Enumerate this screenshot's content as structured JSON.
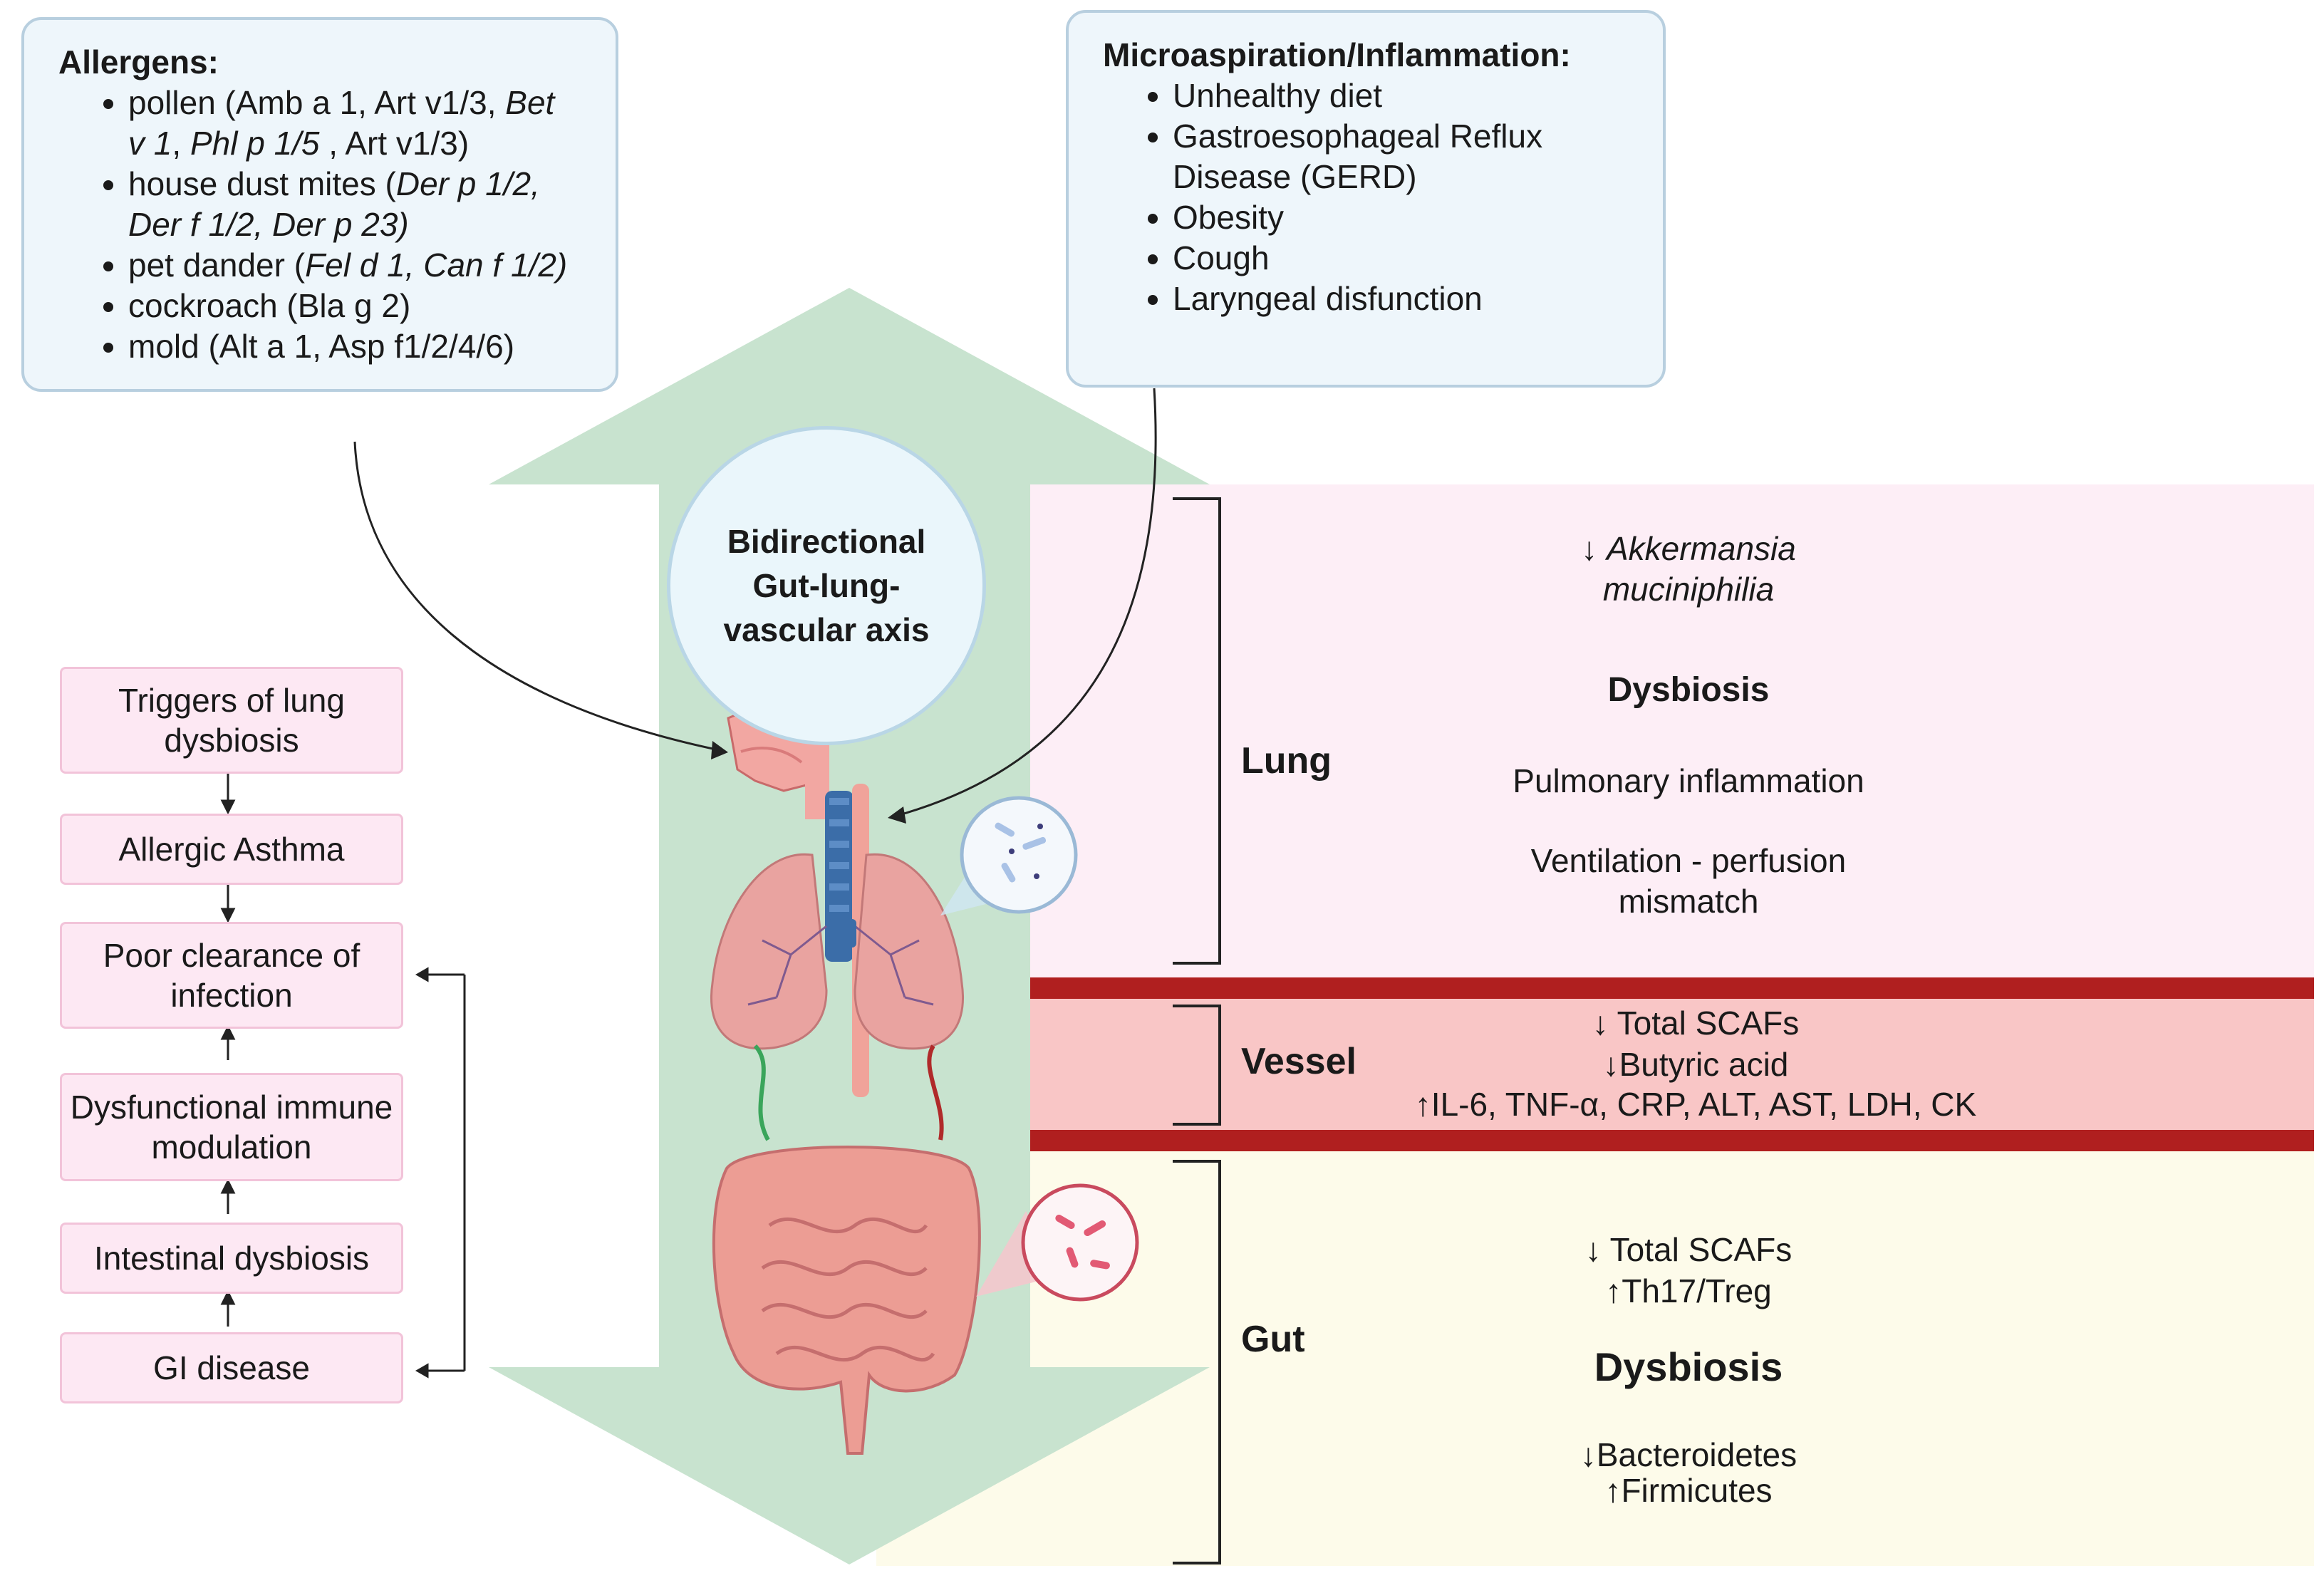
{
  "allergens": {
    "title": "Allergens:",
    "items": [
      {
        "line1a": "pollen (Amb a 1, Art v1/3, ",
        "line1b": "Bet",
        "line2a": "v 1",
        "line2b": ", ",
        "line2c": "Phl p 1/5",
        "line2d": " , Art v1/3)"
      },
      {
        "line1a": "house dust mites (",
        "line1b": "Der p 1/2,",
        "line2a": "Der f 1/2, Der p 23)"
      },
      {
        "a": "pet dander (",
        "b": "Fel d 1, Can f 1/2)"
      },
      {
        "a": "cockroach (Bla g 2)"
      },
      {
        "a": "mold (Alt a 1, Asp f1/2/4/6)"
      }
    ]
  },
  "microaspiration": {
    "title": "Microaspiration/Inflammation:",
    "items": [
      "Unhealthy diet",
      "Gastroesophageal Reflux",
      "Disease (GERD)",
      "Obesity",
      "Cough",
      "Laryngeal disfunction"
    ]
  },
  "axis_circle": {
    "text": "Bidirectional Gut-lung-vascular axis"
  },
  "flow": {
    "boxes": [
      "Triggers of lung dysbiosis",
      "Allergic Asthma",
      "Poor clearance of infection",
      "Dysfunctional immune modulation",
      "Intestinal dysbiosis",
      "GI disease"
    ]
  },
  "lung": {
    "label": "Lung",
    "akk_arrow": "↓",
    "akk_1": "Akkermansia",
    "akk_2": "muciniphilia",
    "dysbiosis": "Dysbiosis",
    "inflammation": "Pulmonary inflammation",
    "vq_1": "Ventilation - perfusion",
    "vq_2": "mismatch"
  },
  "vessel": {
    "label": "Vessel",
    "line1": "↓ Total SCAFs",
    "line2": "↓Butyric acid",
    "line3": "↑IL-6, TNF-α, CRP, ALT, AST, LDH, CK"
  },
  "gut": {
    "label": "Gut",
    "line1": "↓ Total SCAFs",
    "line2": "↑Th17/Treg",
    "dysbiosis": "Dysbiosis",
    "line3": "↓Bacteroidetes",
    "line4": "↑Firmicutes"
  },
  "colors": {
    "lung_panel": "#fdeef6",
    "vessel_panel": "#f9c6c6",
    "vessel_band": "#b01f1f",
    "gut_panel": "#fdfbea",
    "axis_arrow": "#c8e3cf"
  }
}
